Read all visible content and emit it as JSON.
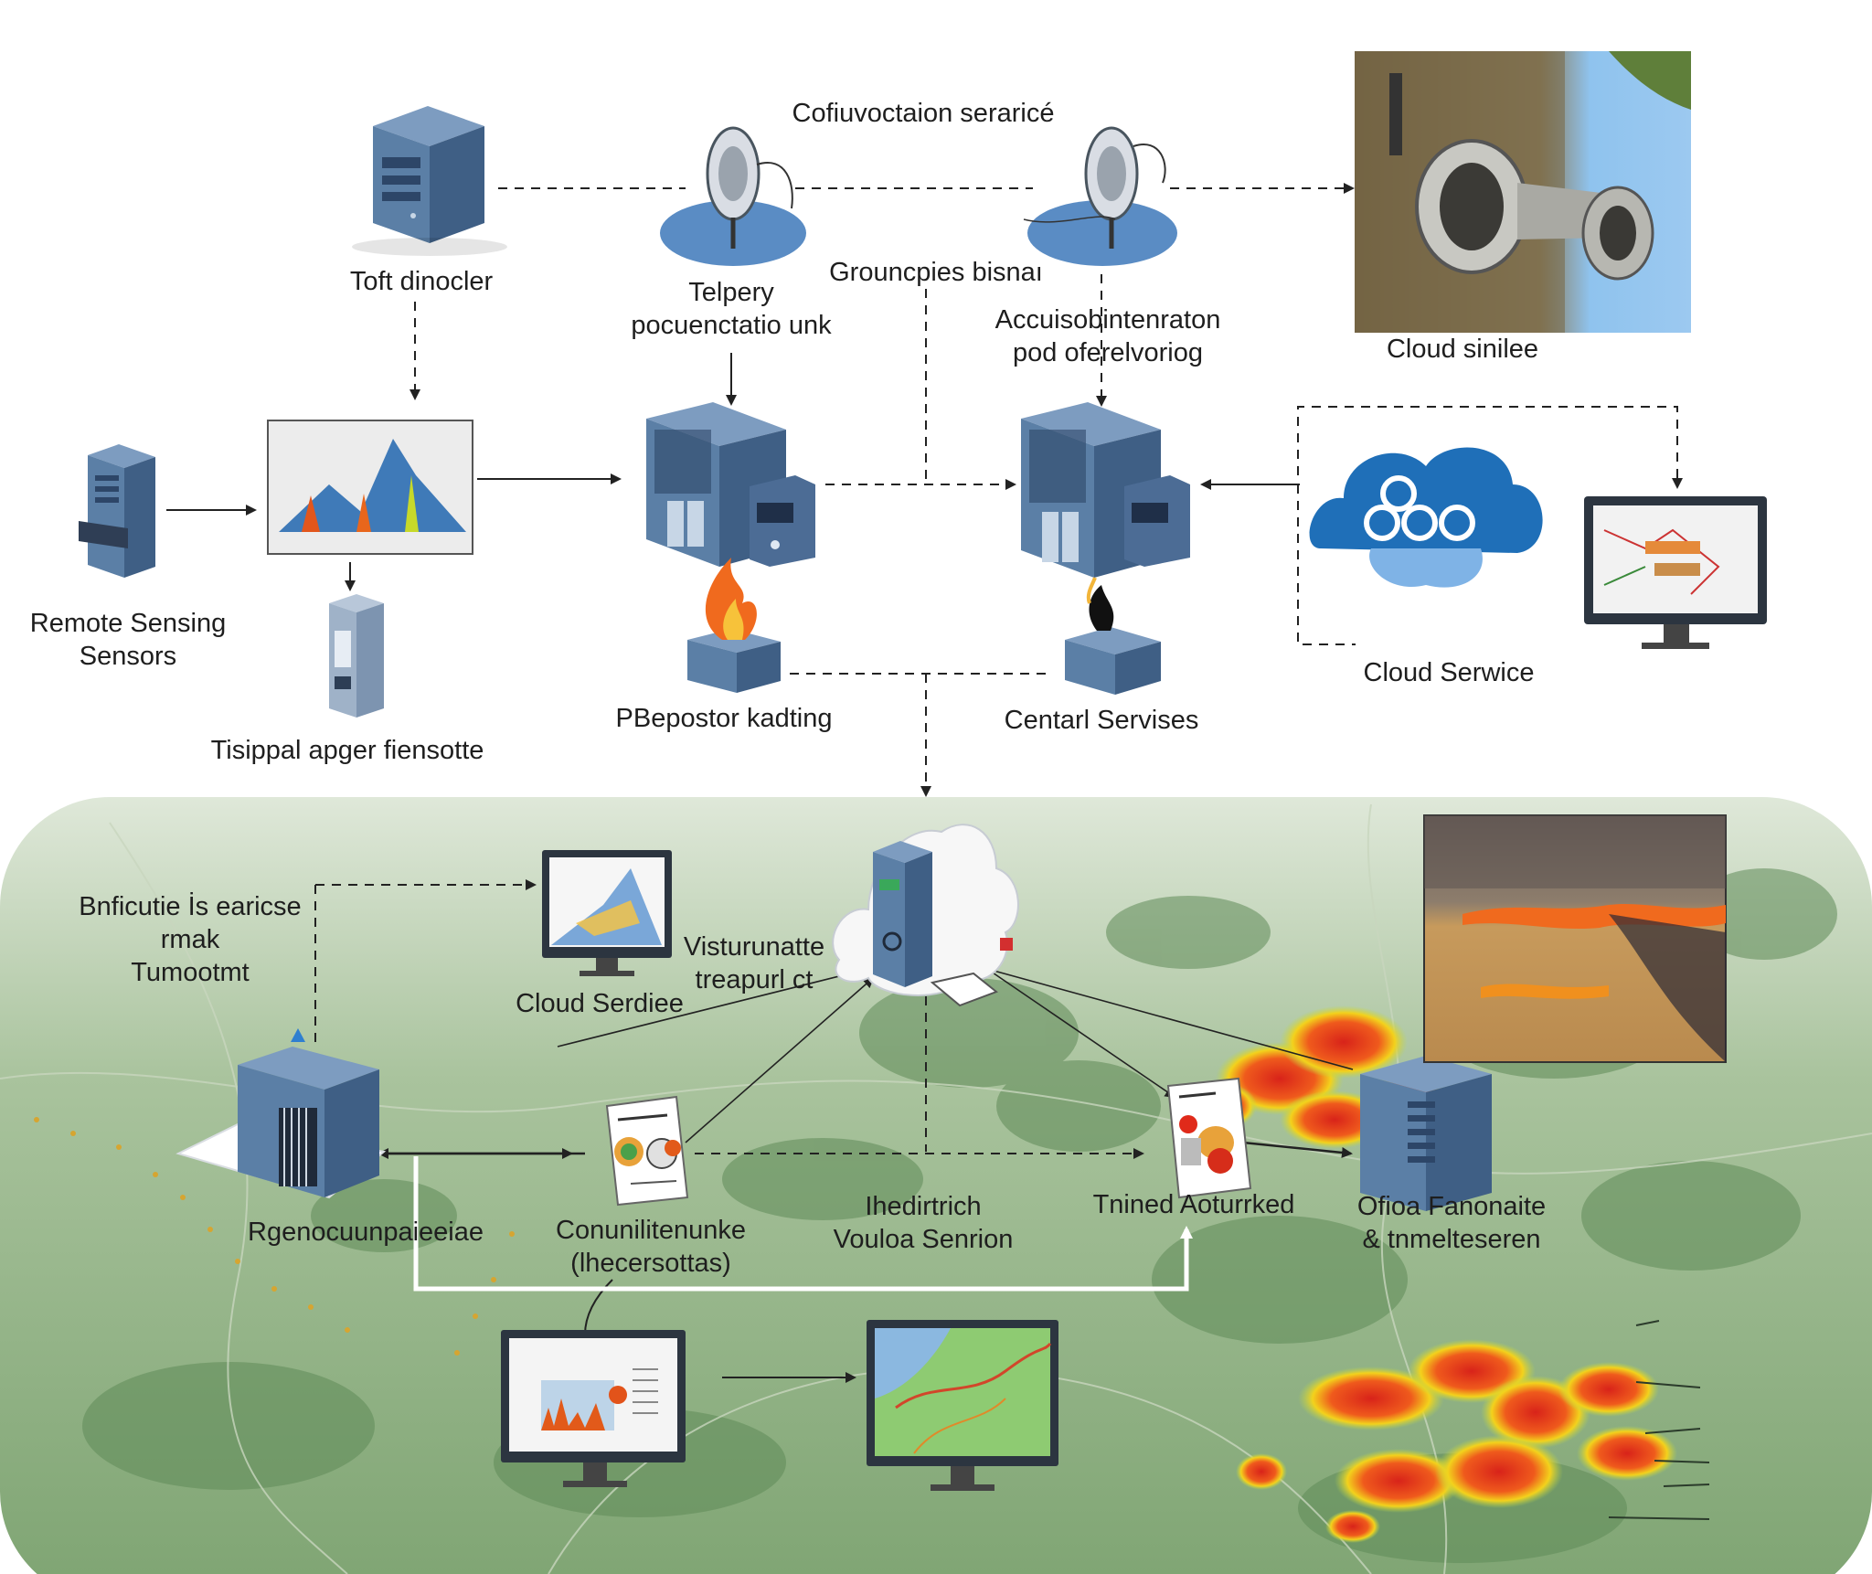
{
  "top": {
    "conduction_service": "Cofiuvoctaion seraricé",
    "toft_dinocler": "Toft dinocler",
    "telpery": [
      "Telpery",
      "pocuenctatio unk"
    ],
    "grouncpies": "Grouncpies bisnaı",
    "accuisobin": [
      "Accuisobintenraton",
      "pod oferelvoriog"
    ],
    "cloud_sinilee": "Cloud sinilee",
    "remote_sensing": [
      "Remote Sensing",
      "Sensors"
    ],
    "tisippal": "Tisippal apger fiensotte",
    "pbepostor": "PBepostor kadting",
    "centarl": "Centarl Servises",
    "cloud_sernice": "Cloud Serwice"
  },
  "bottom": {
    "bnficutie": [
      "Bnficutie İs earicse",
      "rmak",
      "Tumootmt"
    ],
    "visturunatte": [
      "Visturunatte",
      "treapurl ct"
    ],
    "cloud_serdiee": "Cloud Serdiee",
    "rgenocuun": "Rgenocuunpaieeiae",
    "conunilitenunke": [
      "Conunilitenunke",
      "(lhecersottas)"
    ],
    "ihedrtrich": [
      "Ihedirtrich",
      "Vouloa Senrion"
    ],
    "tnined": "Tnined Aoturrked",
    "ofiod": [
      "Ofioa Fanonaite",
      "& tnmelteseren"
    ]
  },
  "colors": {
    "server_blue": "#5b7fa6",
    "server_dark": "#3f5f85",
    "map_green": "#8fb084",
    "heat_red": "#e0301e",
    "heat_yellow": "#f2d21c",
    "cloud_blue": "#1f6fb8"
  }
}
